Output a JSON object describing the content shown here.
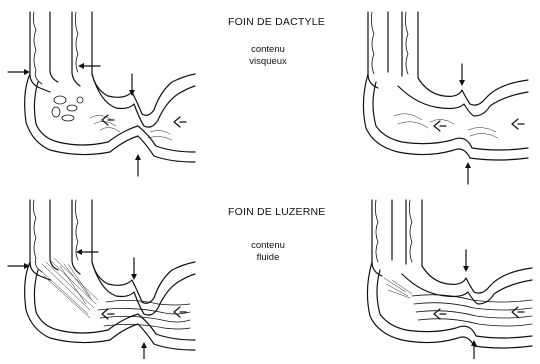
{
  "sections": [
    {
      "title": "FOIN DE DACTYLE",
      "note_line1": "contenu",
      "note_line2": "visqueux"
    },
    {
      "title": "FOIN DE LUZERNE",
      "note_line1": "contenu",
      "note_line2": "fluide"
    }
  ],
  "colors": {
    "ink": "#111111",
    "background": "#ffffff"
  }
}
